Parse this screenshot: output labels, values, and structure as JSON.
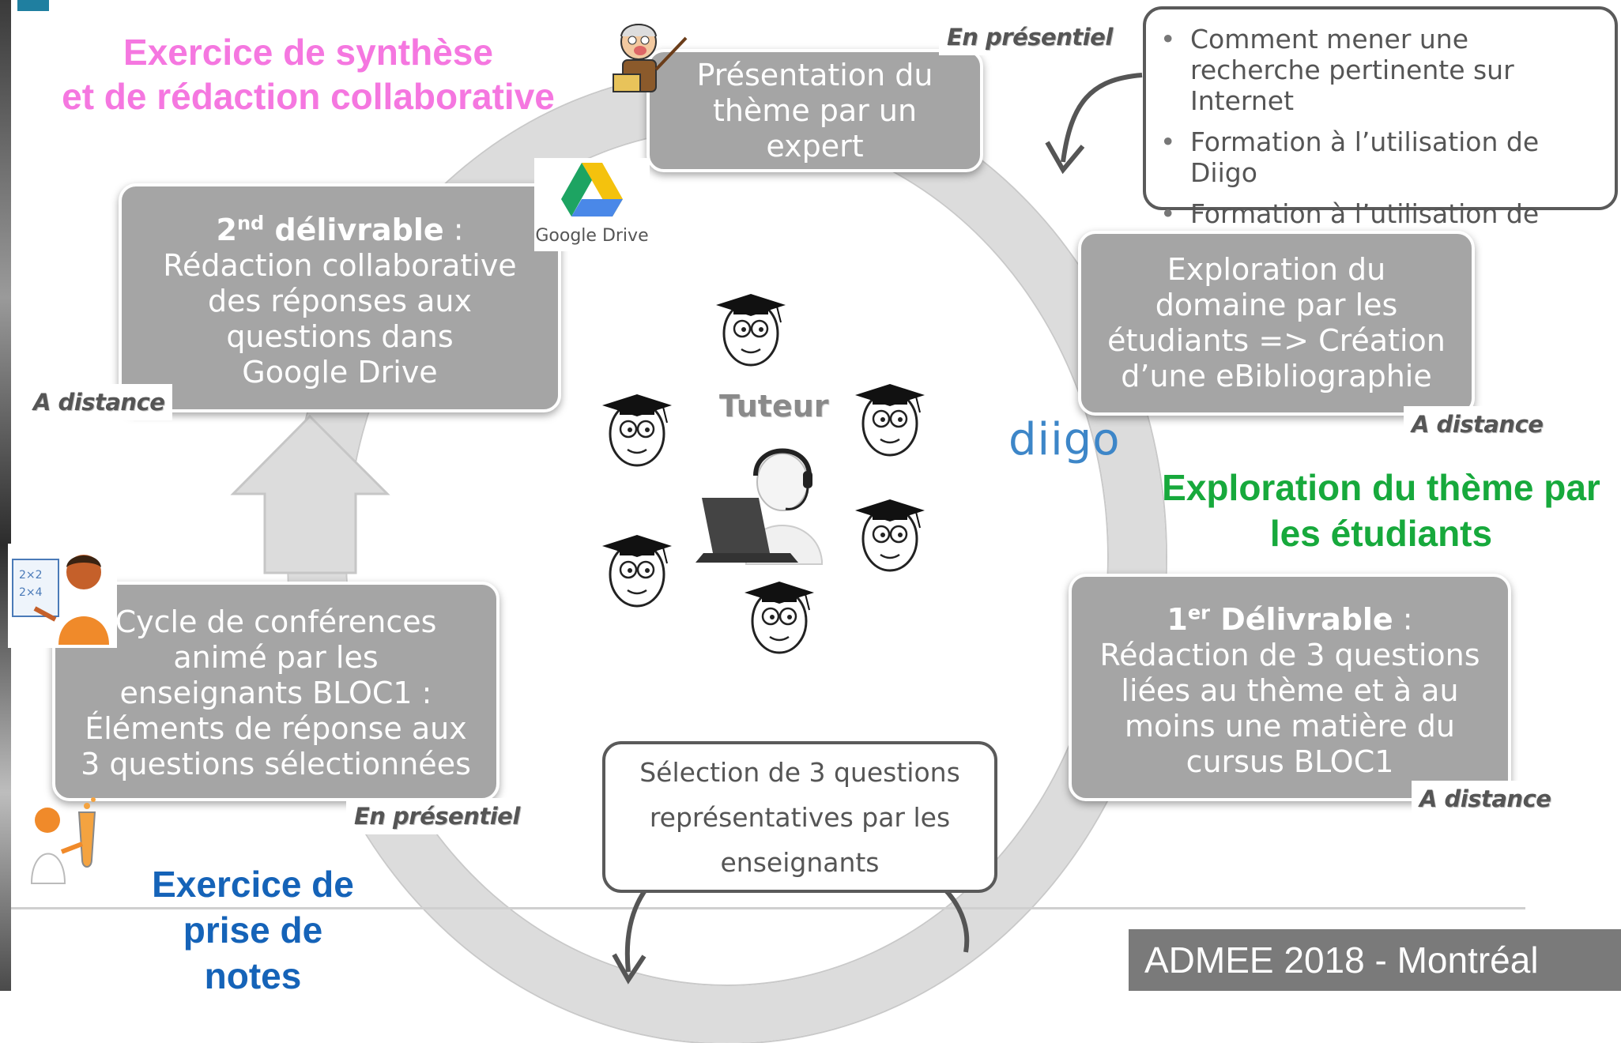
{
  "titles": {
    "synthesis_line1": "Exercice de synthèse",
    "synthesis_line2": "et de rédaction collaborative",
    "exploration_line1": "Exploration du thème par",
    "exploration_line2": "les étudiants",
    "notes_line1": "Exercice de",
    "notes_line2": "prise de",
    "notes_line3": "notes"
  },
  "boxes": {
    "expert": {
      "line1": "Présentation du",
      "line2": "thème par un",
      "line3": "expert"
    },
    "exploration": {
      "line1": "Exploration du",
      "line2": "domaine par les",
      "line3": "étudiants => Création",
      "line4": "d’une eBibliographie"
    },
    "deliverable1": {
      "num": "1",
      "sup": "er",
      "head": "Délivrable",
      "colon": " :",
      "line1": "Rédaction de 3 questions",
      "line2": "liées au thème et à au",
      "line3": "moins une matière du",
      "line4": "cursus BLOC1"
    },
    "selection": {
      "line1": "Sélection de 3 questions",
      "line2": "représentatives par les",
      "line3": "enseignants"
    },
    "conferences": {
      "line1": "Cycle de conférences",
      "line2": "animé par les",
      "line3": "enseignants BLOC1 :",
      "line4": "Éléments de réponse aux",
      "line5": "3 questions sélectionnées"
    },
    "deliverable2": {
      "num": "2",
      "sup": "nd",
      "head": "délivrable",
      "colon": " :",
      "line1": "Rédaction collaborative",
      "line2": "des réponses aux",
      "line3": "questions dans",
      "line4": "Google Drive"
    }
  },
  "bullets": [
    "Comment mener une recherche pertinente sur Internet",
    "Formation à l’utilisation de Diigo",
    "Formation à l’utilisation de Google Drive"
  ],
  "tags": {
    "expert": "En présentiel",
    "exploration": "A distance",
    "deliverable1": "A distance",
    "conferences": "En présentiel",
    "deliverable2": "A distance"
  },
  "center": {
    "tutor_label": "Tuteur"
  },
  "logos": {
    "diigo": "diigo",
    "google_drive": "Google Drive"
  },
  "footer": {
    "text": "ADMEE 2018 - Montréal"
  },
  "colors": {
    "box_fill": "#a5a5a5",
    "ring": "#dcdcdc",
    "pink_title": "#f577e0",
    "green_title": "#17a93c",
    "blue_title": "#1563b8",
    "footer": "#7a7a7a"
  },
  "icons": [
    "professor-clipart-icon",
    "google-drive-icon",
    "diigo-logo",
    "student-graduate-icon",
    "tutor-laptop-headset-icon",
    "teacher-board-icon",
    "scientist-flask-icon"
  ]
}
